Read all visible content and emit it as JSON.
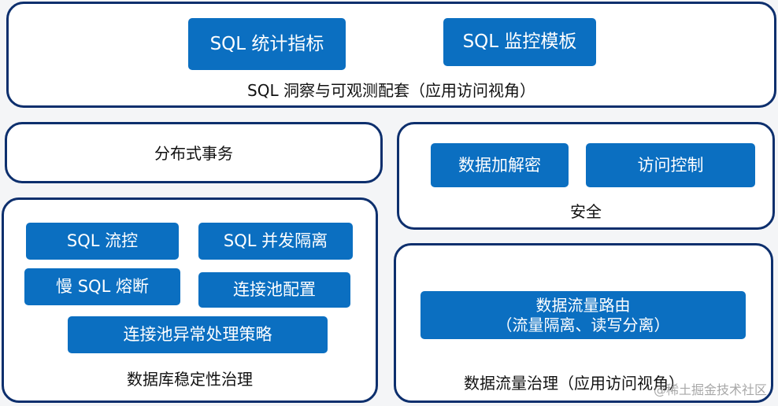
{
  "sql_panel": {
    "label": "SQL 洞察与可观测配套（应用访问视角）",
    "items": [
      "SQL 统计指标",
      "SQL 监控模板"
    ]
  },
  "distributed_transaction": {
    "label": "分布式事务"
  },
  "security_panel": {
    "label": "安全",
    "items": [
      "数据加解密",
      "访问控制"
    ]
  },
  "stability_panel": {
    "label": "数据库稳定性治理",
    "items": [
      "SQL 流控",
      "SQL 并发隔离",
      "慢 SQL 熔断",
      "连接池配置",
      "连接池异常处理策略"
    ]
  },
  "traffic_panel": {
    "label": "数据流量治理（应用访问视角）",
    "routing_line1": "数据流量路由",
    "routing_line2": "（流量隔离、读写分离）"
  },
  "watermark": "@稀土掘金技术社区",
  "colors": {
    "panel_border": "#0d2f6d",
    "tag_fill": "#0b6fc1",
    "background": "#f4f5f7"
  }
}
